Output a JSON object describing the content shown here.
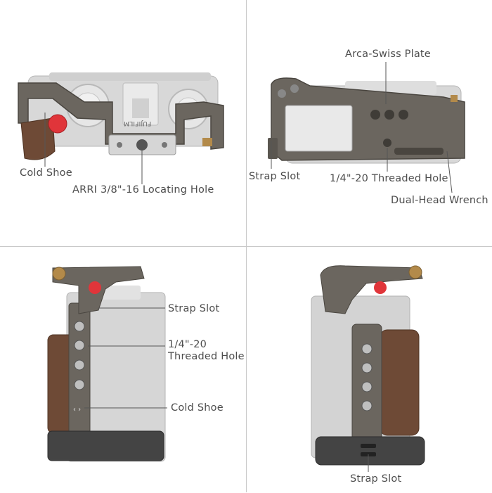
{
  "labels": {
    "top_left": {
      "cold_shoe": "Cold Shoe",
      "arri_hole": "ARRI 3/8\"-16 Locating Hole"
    },
    "top_right": {
      "arca_plate": "Arca-Swiss Plate",
      "strap_slot": "Strap Slot",
      "threaded_hole": "1/4\"-20 Threaded Hole",
      "wrench": "Dual-Head Wrench"
    },
    "bottom_left": {
      "strap_slot": "Strap Slot",
      "threaded_hole_line1": "1/4\"-20",
      "threaded_hole_line2": "Threaded Hole",
      "cold_shoe": "Cold Shoe"
    },
    "bottom_right": {
      "strap_slot": "Strap Slot"
    }
  },
  "camera_branding": "FUJIFILM",
  "colors": {
    "cage_metal": "#6b665f",
    "camera_silver": "#d9d9d9",
    "wood_grip": "#6e4a36",
    "shutter_red": "#e0353a",
    "brass": "#b38a4a",
    "label_text": "#4d4d4d",
    "leader_line": "#555555"
  }
}
